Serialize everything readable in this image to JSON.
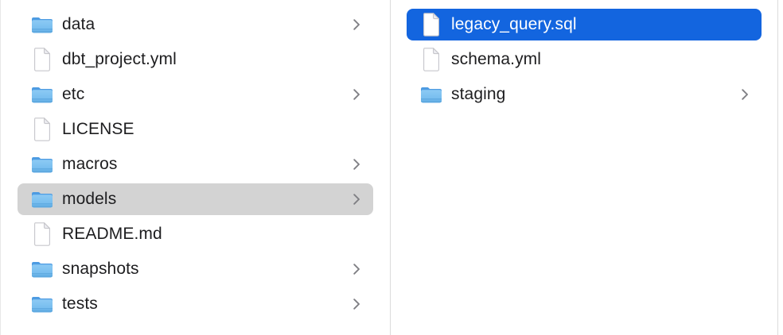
{
  "window": {
    "view": "finder-column-view"
  },
  "colors": {
    "selection_active": "#1365df",
    "selection_inactive": "#d3d3d3",
    "text_color": "#1d1d1f",
    "text_on_selection": "#ffffff",
    "chevron_color": "#7f7f84",
    "folder_blue_top": "#4d9be2",
    "folder_blue_body": "#7ec2f0"
  },
  "columns": [
    {
      "name": "left",
      "items": [
        {
          "label": "data",
          "type": "folder",
          "chevron": true,
          "selected": null
        },
        {
          "label": "dbt_project.yml",
          "type": "file",
          "chevron": false,
          "selected": null
        },
        {
          "label": "etc",
          "type": "folder",
          "chevron": true,
          "selected": null
        },
        {
          "label": "LICENSE",
          "type": "file",
          "chevron": false,
          "selected": null
        },
        {
          "label": "macros",
          "type": "folder",
          "chevron": true,
          "selected": null
        },
        {
          "label": "models",
          "type": "folder",
          "chevron": true,
          "selected": "inactive"
        },
        {
          "label": "README.md",
          "type": "file",
          "chevron": false,
          "selected": null
        },
        {
          "label": "snapshots",
          "type": "folder",
          "chevron": true,
          "selected": null
        },
        {
          "label": "tests",
          "type": "folder",
          "chevron": true,
          "selected": null
        }
      ]
    },
    {
      "name": "right",
      "items": [
        {
          "label": "legacy_query.sql",
          "type": "file",
          "chevron": false,
          "selected": "active"
        },
        {
          "label": "schema.yml",
          "type": "file",
          "chevron": false,
          "selected": null
        },
        {
          "label": "staging",
          "type": "folder",
          "chevron": true,
          "selected": null
        }
      ]
    }
  ]
}
